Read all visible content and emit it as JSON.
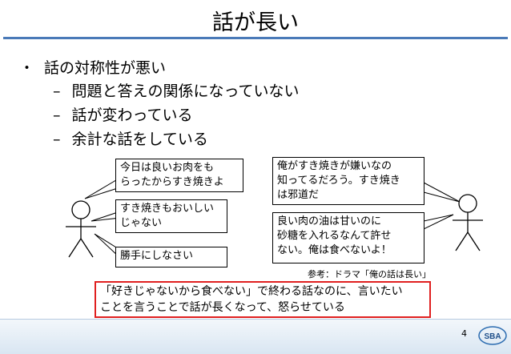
{
  "title": "話が長い",
  "bullets": {
    "main_marker": "・",
    "main": "話の対称性が悪い",
    "sub_marker": "–",
    "sub": [
      "問題と答えの関係になっていない",
      "話が変わっている",
      "余計な話をしている"
    ]
  },
  "left_bubbles": [
    "今日は良いお肉をも\nらったからすき焼きよ",
    "すき焼きもおいしい\nじゃない",
    "勝手にしなさい"
  ],
  "right_bubbles": [
    "俺がすき焼きが嫌いなの\n知ってるだろう。すき焼き\nは邪道だ",
    "良い肉の油は甘いのに\n砂糖を入れるなんて許せ\nない。俺は食べないよ！"
  ],
  "caption": "参考：ドラマ「俺の話は長い」",
  "highlight": "「好きじゃないから食べない」で終わる話なのに、言いたい\nことを言うことで話が長くなって、怒らせている",
  "page_number": "4",
  "logo_text": "SBA",
  "colors": {
    "title_rule": "#4a7ab8",
    "highlight_border": "#e02020"
  }
}
